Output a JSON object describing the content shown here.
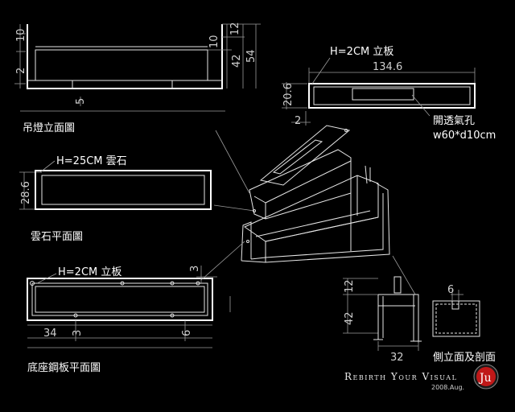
{
  "views": {
    "pendant_elevation": {
      "title": "吊燈立面圖",
      "dims": {
        "d10": "10",
        "d2": "2",
        "d5": "5",
        "d12": "12",
        "d10r": "10",
        "d42": "42",
        "d54": "54"
      }
    },
    "top_plate": {
      "label": "H=2CM  立板",
      "dims": {
        "width": "134.6",
        "height": "20.6",
        "d2": "2"
      },
      "vent_label_1": "開透氣孔",
      "vent_label_2": "w60*d10cm"
    },
    "marble": {
      "label": "H=25CM  雲石",
      "dims": {
        "height": "28.6"
      },
      "title": "雲石平面圖"
    },
    "base_plate": {
      "label": "H=2CM  立板",
      "dims": {
        "d3a": "3",
        "d34": "34",
        "d3b": "3",
        "d6": "6"
      },
      "title": "底座鋼板平面圖"
    },
    "side_view": {
      "dims": {
        "d12": "12",
        "d42": "42",
        "d32": "32",
        "d6": "6"
      },
      "title": "側立面及剖面"
    }
  },
  "brand": {
    "text": "Rebirth Your Visual",
    "date": "2008.Aug.",
    "logo_text": "Ju",
    "logo_color": "#c01818"
  }
}
